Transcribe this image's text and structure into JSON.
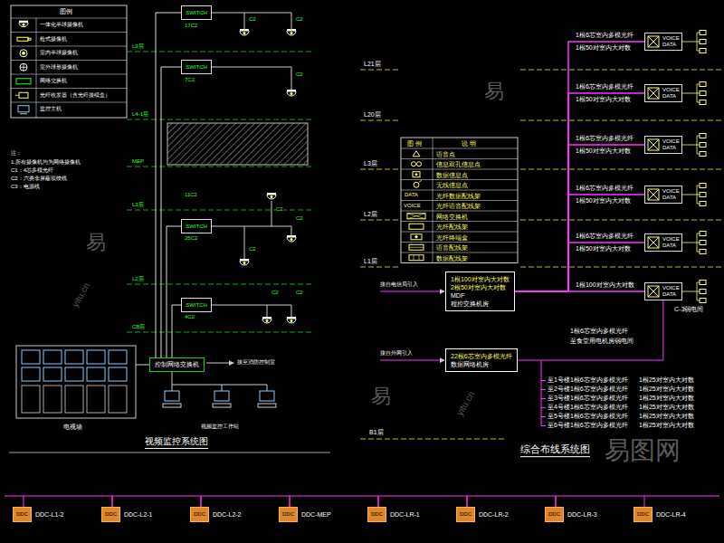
{
  "diagram": {
    "title": "视频监控系统图",
    "nodes": [
      {
        "text": [
          "SWITCH"
        ]
      },
      {
        "text": [
          "SWITCH"
        ]
      },
      {
        "text": [
          "SWITCH"
        ]
      },
      {
        "text": [
          "SWITCH"
        ]
      },
      {
        "text": [
          "控制网络交换机"
        ]
      },
      {
        "text": [
          "1根100对室内大对数",
          "2根50对室内大对数",
          "MDF",
          "程控交换机房"
        ]
      },
      {
        "text": [
          "22根6芯室内多模光纤",
          "数据网络机房"
        ]
      },
      {
        "text": [
          "VOICE",
          "DATA"
        ]
      },
      {
        "text": [
          "VOICE",
          "DATA"
        ]
      },
      {
        "text": [
          "VOICE",
          "DATA"
        ]
      },
      {
        "text": [
          "VOICE",
          "DATA"
        ]
      },
      {
        "text": [
          "VOICE",
          "DATA"
        ]
      },
      {
        "text": [
          "VOICE",
          "DATA"
        ]
      },
      {
        "text": [
          "DDC",
          "DDC-L1-2"
        ]
      },
      {
        "text": [
          "DDC",
          "DDC-L2-1"
        ]
      },
      {
        "text": [
          "DDC",
          "DDC-L2-2"
        ]
      },
      {
        "text": [
          "DDC",
          "DDC-MEP"
        ]
      },
      {
        "text": [
          "DDC",
          "DDC-LR-1"
        ]
      },
      {
        "text": [
          "DDC",
          "DDC-LR-2"
        ]
      },
      {
        "text": [
          "DDC",
          "DDC-LR-3"
        ]
      },
      {
        "text": [
          "DDC",
          "DDC-LR-4"
        ]
      }
    ],
    "edges": [
      {
        "from": 0,
        "to": 4,
        "arrow": "none"
      },
      {
        "from": 1,
        "to": 4,
        "arrow": "none"
      },
      {
        "from": 2,
        "to": 4,
        "arrow": "none"
      },
      {
        "from": 3,
        "to": 4,
        "arrow": "none"
      },
      {
        "from": 5,
        "to": 7,
        "arrow": "none"
      },
      {
        "from": 5,
        "to": 8,
        "arrow": "none"
      },
      {
        "from": 5,
        "to": 9,
        "arrow": "none"
      },
      {
        "from": 5,
        "to": 10,
        "arrow": "none"
      },
      {
        "from": 5,
        "to": 11,
        "arrow": "none"
      },
      {
        "from": 5,
        "to": 12,
        "arrow": "none"
      },
      {
        "from": 6,
        "to": 12,
        "arrow": "none"
      },
      {
        "from": 13,
        "to": 14,
        "arrow": "none"
      },
      {
        "from": 14,
        "to": 15,
        "arrow": "none"
      },
      {
        "from": 15,
        "to": 16,
        "arrow": "none"
      },
      {
        "from": 16,
        "to": 17,
        "arrow": "none"
      },
      {
        "from": 17,
        "to": 18,
        "arrow": "none"
      },
      {
        "from": 18,
        "to": 19,
        "arrow": "none"
      },
      {
        "from": 19,
        "to": 20,
        "arrow": "none"
      }
    ],
    "labels": [
      "图例",
      "注：",
      "1.所有摄像机均为网络摄像机",
      "C1：4芯多模光纤",
      "C2：六类非屏蔽双绞线",
      "C3：电源线",
      "17C2",
      "C2",
      "C2",
      "L9层",
      "7C2",
      "C2",
      "L4-1层",
      "MEP",
      "11C2",
      "C2",
      "L3层",
      "25C2",
      "C2",
      "C2",
      "L2层",
      "4C2",
      "C2",
      "C2",
      "CB层",
      "接至消防控制室",
      "电视墙",
      "视频监控工作站",
      "L21层",
      "L20层",
      "L3层",
      "L2层",
      "L1层",
      "图 例",
      "说 明",
      "DATA",
      "VOICE",
      "1根6芯室内多模光纤",
      "1根50对室内大对数",
      "1根6芯室内多模光纤",
      "1根50对室内大对数",
      "1根6芯室内多模光纤",
      "1根50对室内大对数",
      "1根6芯室内多模光纤",
      "1根50对室内大对数",
      "1根6芯室内多模光纤",
      "1根50对室内大对数",
      "1根100对室内大对数",
      "C-3弱电间",
      "接自电信局引入",
      "接自外网引入",
      "1根6芯室内多模光纤",
      "至食堂用电机房弱电间",
      "至1号楼1根6芯室内多模光纤",
      "1根25对室内大对数",
      "至2号楼1根6芯室内多模光纤",
      "1根25对室内大对数",
      "至3号楼1根6芯室内多模光纤",
      "1根25对室内大对数",
      "至4号楼1根6芯室内多模光纤",
      "1根25对室内大对数",
      "至5号楼1根6芯室内多模光纤",
      "1根25对室内大对数",
      "至6号楼1根6芯室内多模光纤",
      "1根25对室内大对数",
      "B1层",
      "综合布线系统图",
      "易",
      "易",
      "易",
      "yitu.cn",
      "yitu.cn",
      "易图网"
    ],
    "legend": [
      {
        "text": "一体化半球摄像机"
      },
      {
        "text": "枪式摄像机"
      },
      {
        "text": "室内半球摄像机"
      },
      {
        "text": "室外球形摄像机"
      },
      {
        "text": "网络交换机"
      },
      {
        "text": "光纤收发器（含光纤接续盒）"
      },
      {
        "text": "监控主机"
      },
      {
        "text": "语音点"
      },
      {
        "text": "信息双孔信息点"
      },
      {
        "text": "数据信息点"
      },
      {
        "text": "无线信息点"
      },
      {
        "text": "光纤数据配线架"
      },
      {
        "text": "光纤语音配线架"
      },
      {
        "text": "网络交换机"
      },
      {
        "text": "光纤配线架"
      },
      {
        "text": "光纤终端盒"
      },
      {
        "text": "语音配线架"
      },
      {
        "text": "数据配线架"
      }
    ]
  }
}
